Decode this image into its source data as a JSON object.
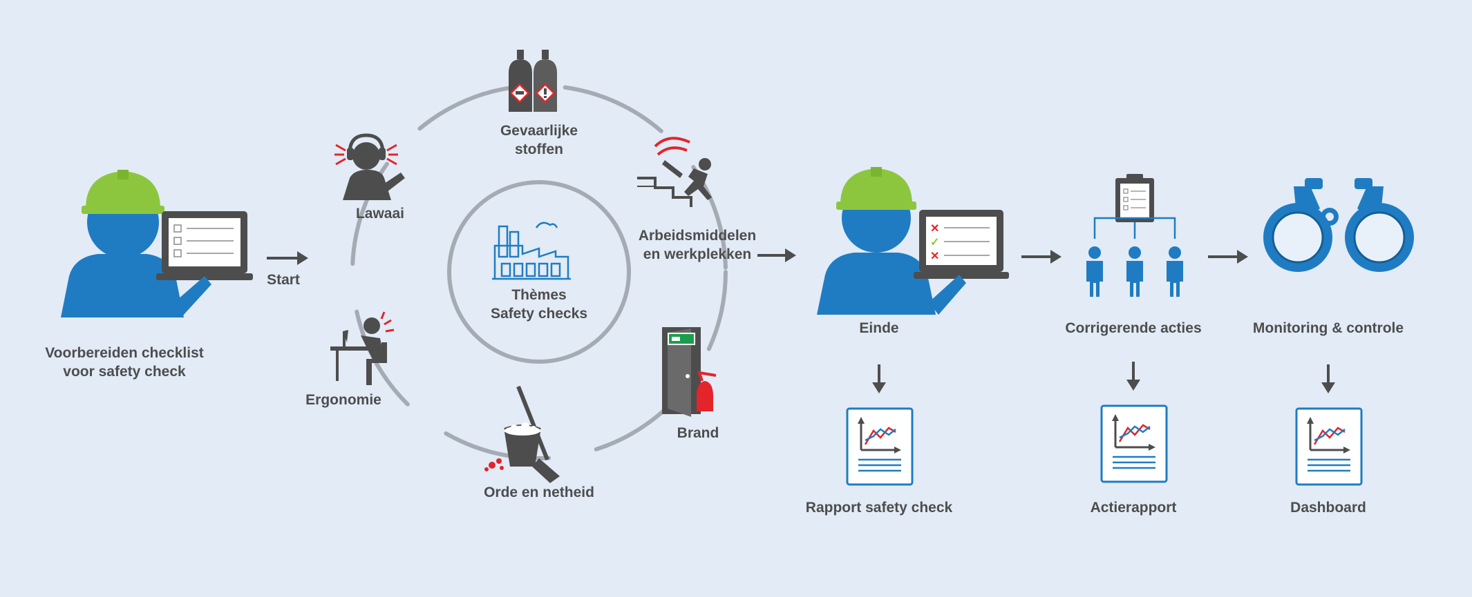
{
  "colors": {
    "background": "#e2ebf6",
    "primary_blue": "#1f7cc2",
    "helmet_green": "#8cc63f",
    "dark_gray": "#4d4d4d",
    "ring_gray": "#a5abb3",
    "alert_red": "#e3242b",
    "text": "#4d4d4d"
  },
  "left": {
    "label_line1": "Voorbereiden checklist",
    "label_line2": "voor safety check",
    "start_label": "Start"
  },
  "circle": {
    "center_line1": "Thèmes",
    "center_line2": "Safety checks",
    "themes": {
      "lawaai": "Lawaai",
      "gevaarlijke_line1": "Gevaarlijke",
      "gevaarlijke_line2": "stoffen",
      "arbeids_line1": "Arbeidsmiddelen",
      "arbeids_line2": "en werkplekken",
      "ergonomie": "Ergonomie",
      "brand": "Brand",
      "orde": "Orde en netheid"
    }
  },
  "steps": {
    "einde": "Einde",
    "corrigerende": "Corrigerende acties",
    "monitoring": "Monitoring & controle"
  },
  "reports": {
    "rapport": "Rapport safety check",
    "actierapport": "Actierapport",
    "dashboard": "Dashboard"
  }
}
